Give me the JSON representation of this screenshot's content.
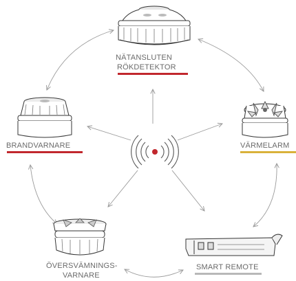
{
  "labels": {
    "smoke_line1": "NÄTANSLUTEN",
    "smoke_line2": "RÖKDETEKTOR",
    "brand": "BRANDVARNARE",
    "heat": "VÄRMELARM",
    "water_line1": "ÖVERSVÄMNINGS-",
    "water_line2": "VARNARE",
    "remote": "SMART REMOTE"
  },
  "colors": {
    "smoke_underline": "#c1272d",
    "brand_underline": "#c1272d",
    "heat_underline": "#d9b13a",
    "remote_underline": "#b8b8b8",
    "hub_dot": "#c1272d",
    "line": "#9a9a9a",
    "label_text": "#6a6a6a"
  },
  "icons": {
    "center": "wireless-signal-icon",
    "smoke": "smoke-detector-icon",
    "brand": "fire-alarm-icon",
    "heat": "heat-alarm-icon",
    "water": "flood-sensor-icon",
    "remote": "smart-remote-icon"
  }
}
